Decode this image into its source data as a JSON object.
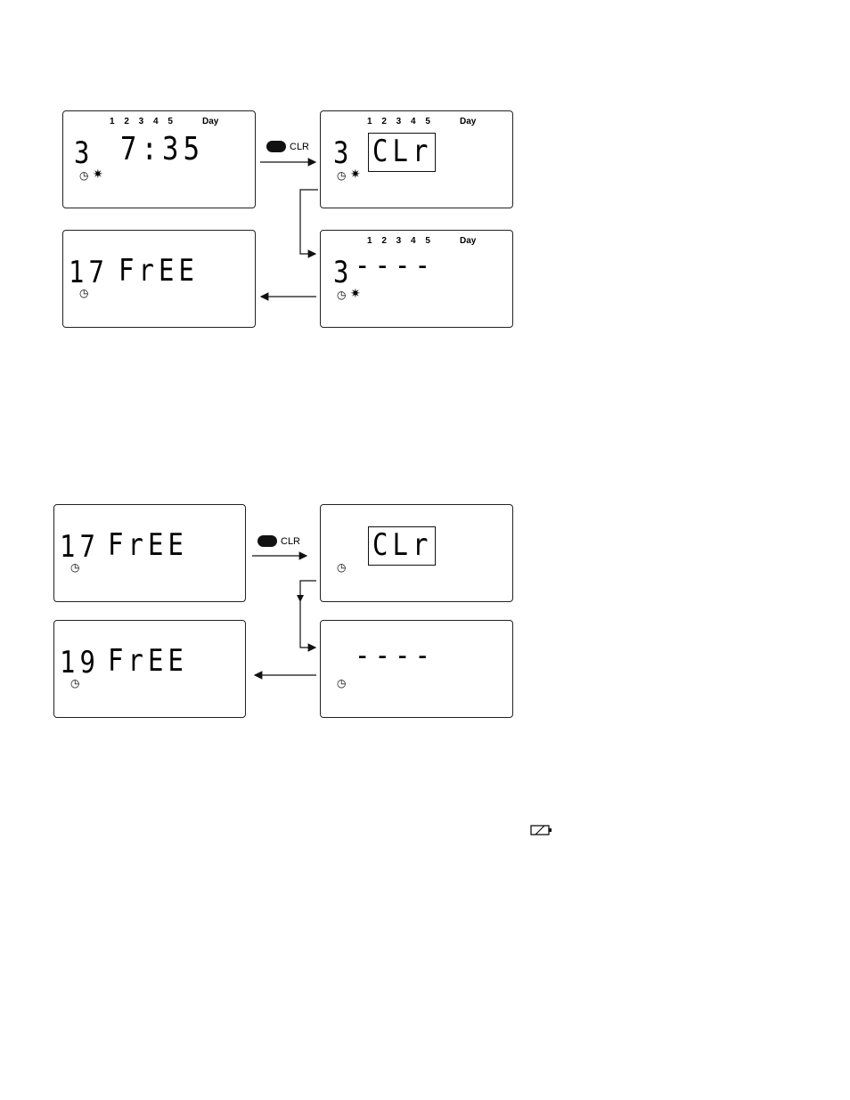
{
  "diagram1": {
    "days": "1 2 3 4 5",
    "day_word": "Day",
    "clr_label": "CLR",
    "display_a": {
      "number": "3",
      "value": "7:35",
      "icons": [
        "clock-icon",
        "sun-icon"
      ]
    },
    "display_b": {
      "number": "3",
      "value": "CLr",
      "icons": [
        "clock-icon",
        "sun-icon"
      ]
    },
    "display_c": {
      "number": "3",
      "value": "----",
      "icons": [
        "clock-icon",
        "sun-icon"
      ]
    },
    "display_d": {
      "number": "17",
      "value": "FrEE",
      "icons": [
        "clock-icon"
      ]
    }
  },
  "diagram2": {
    "clr_label": "CLR",
    "display_a": {
      "number": "17",
      "value": "FrEE",
      "icons": [
        "clock-icon"
      ]
    },
    "display_b": {
      "number": "",
      "value": "CLr",
      "icons": [
        "clock-icon"
      ]
    },
    "display_c": {
      "number": "",
      "value": "----",
      "icons": [
        "clock-icon"
      ]
    },
    "display_d": {
      "number": "19",
      "value": "FrEE",
      "icons": [
        "clock-icon"
      ]
    }
  },
  "battery_icon": "battery-low-icon"
}
